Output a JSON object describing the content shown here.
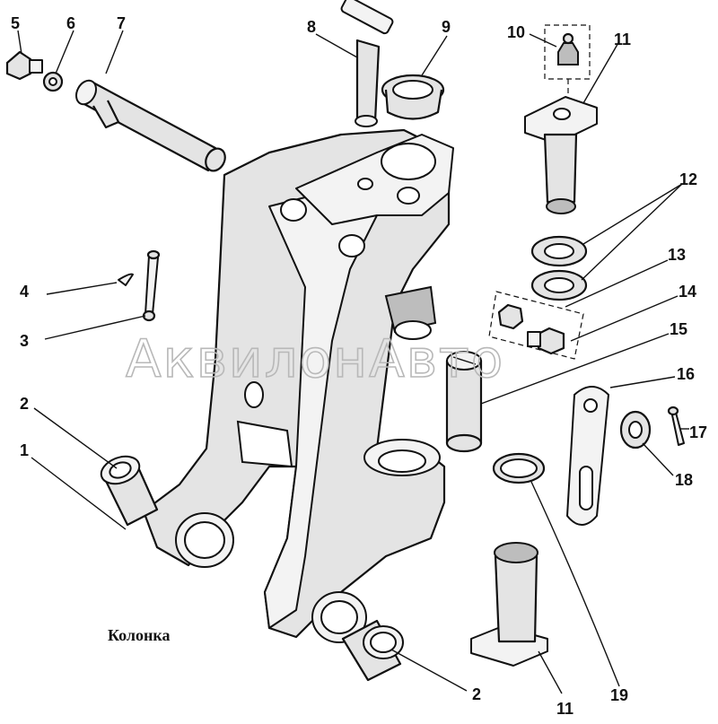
{
  "caption": "Колонка",
  "watermark": "АквилонАвто",
  "callouts": [
    "1",
    "2",
    "2",
    "3",
    "4",
    "5",
    "6",
    "7",
    "8",
    "9",
    "10",
    "11",
    "11",
    "12",
    "13",
    "14",
    "15",
    "16",
    "17",
    "18",
    "19"
  ]
}
